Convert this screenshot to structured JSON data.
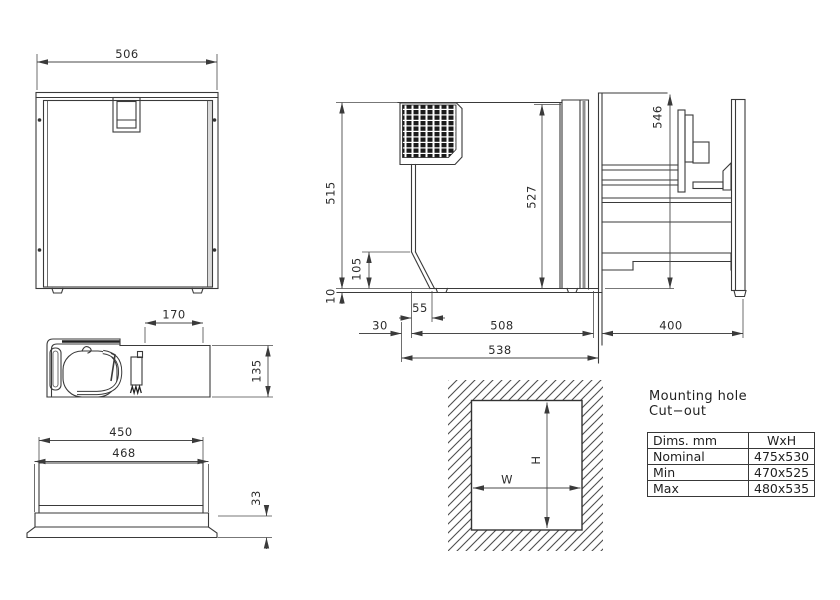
{
  "drawing": {
    "front_view": {
      "dim_width": "506"
    },
    "side_view": {
      "dim_height_overall": "515",
      "dim_height_inner": "527",
      "dim_height_door": "546",
      "dim_recess": "105",
      "dim_base": "10",
      "dim_rear_gap": "30",
      "dim_foot_inset": "55",
      "dim_depth_body": "508",
      "dim_extension": "400",
      "dim_depth_total": "538"
    },
    "top_view": {
      "dim_compressor_depth": "170",
      "dim_compressor_height": "135",
      "dim_width_inner": "450",
      "dim_width_outer": "468",
      "dim_plinth": "33"
    },
    "cutout": {
      "label_w": "W",
      "label_h": "H"
    },
    "note": {
      "line1": "Mounting hole",
      "line2": "Cut−out"
    },
    "table": {
      "headers": [
        "Dims. mm",
        "WxH"
      ],
      "rows": [
        [
          "Nominal",
          "475x530"
        ],
        [
          "Min",
          "470x525"
        ],
        [
          "Max",
          "480x535"
        ]
      ]
    }
  }
}
